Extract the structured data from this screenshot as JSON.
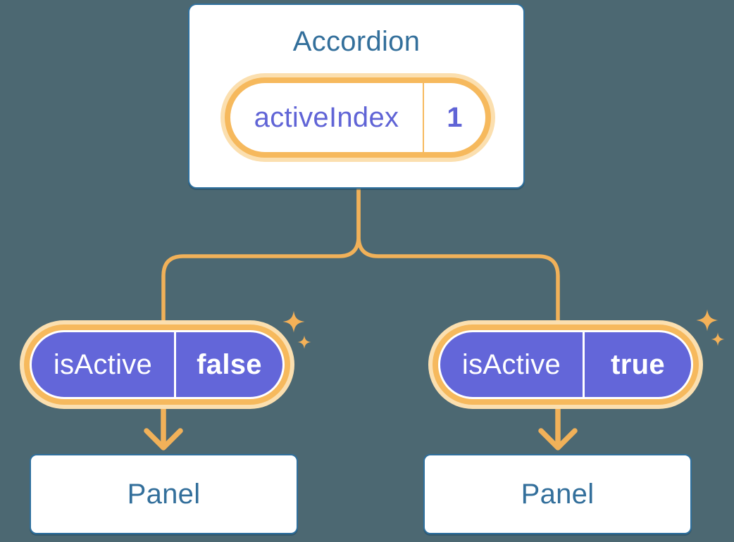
{
  "diagram": {
    "description": "React component tree diagram: Accordion state passed down as props to two Panels",
    "accordion": {
      "title": "Accordion",
      "state": {
        "label": "activeIndex",
        "value": "1"
      }
    },
    "children": [
      {
        "prop": {
          "label": "isActive",
          "value": "false"
        },
        "panel": {
          "title": "Panel"
        }
      },
      {
        "prop": {
          "label": "isActive",
          "value": "true"
        },
        "panel": {
          "title": "Panel"
        }
      }
    ],
    "icons": {
      "sparkle": "sparkle-icon"
    },
    "colors": {
      "background": "#4C6872",
      "box_fill": "#FFFFFF",
      "box_border": "#2F709E",
      "heading_text": "#336F9B",
      "pill_halo": "#FBDFAF",
      "pill_ring": "#F6B95D",
      "prop_pill_fill": "#6366D9",
      "state_text": "#6064D6",
      "prop_text": "#FFFFFF",
      "connector": "#F1B159",
      "sparkle": "#F4B158"
    }
  }
}
